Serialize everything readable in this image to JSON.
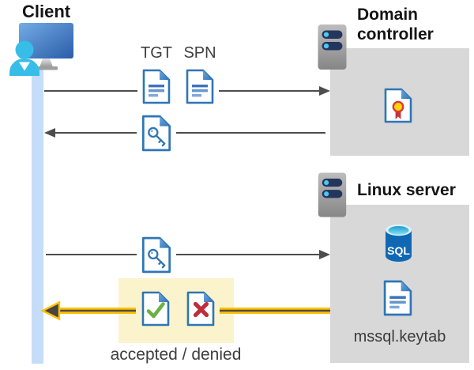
{
  "client": {
    "label": "Client"
  },
  "domain_controller": {
    "label": "Domain controller"
  },
  "linux_server": {
    "label": "Linux server",
    "sql_label": "SQL",
    "keytab_label": "mssql.keytab"
  },
  "messages": {
    "tgt_label": "TGT",
    "spn_label": "SPN",
    "result_label": "accepted / denied"
  },
  "icons": {
    "client": "person-at-monitor-icon",
    "domain_controller": "server-tower-icon",
    "linux_server": "server-tower-icon",
    "certificate": "certificate-document-icon",
    "sql_database": "sql-cylinder-icon",
    "tgt": "document-icon",
    "spn": "document-icon",
    "service_ticket": "key-document-icon",
    "accepted": "check-document-icon",
    "denied": "x-document-icon",
    "keytab": "document-icon"
  },
  "colors": {
    "doc_blue": "#2E75B6",
    "panel_gray": "#D8D8D8",
    "lifeline_blue": "#C5DDF9",
    "arrow_gray": "#4D4D4D",
    "highlight_yellow": "#FBF3CB",
    "result_arrow_yellow": "#FFC103",
    "accepted_green": "#6CB043",
    "denied_red": "#BE2E3C",
    "sql_blue": "#1068B4",
    "person_cyan": "#38BDE8",
    "server_pill_navy": "#24365E"
  }
}
